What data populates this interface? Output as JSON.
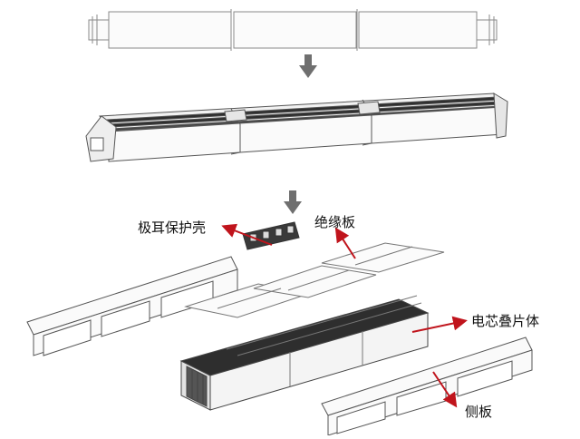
{
  "labels": {
    "tab_protection_shell": "极耳保护壳",
    "insulation_board": "绝缘板",
    "cell_stack": "电芯叠片体",
    "side_plate": "侧板"
  },
  "colors": {
    "line": "#555555",
    "dark_fill": "#2e2e2e",
    "arrow_gray": "#6f6f6f",
    "callout_red": "#c0141c"
  },
  "icons": {
    "flow_arrow": "down-arrow-icon"
  }
}
